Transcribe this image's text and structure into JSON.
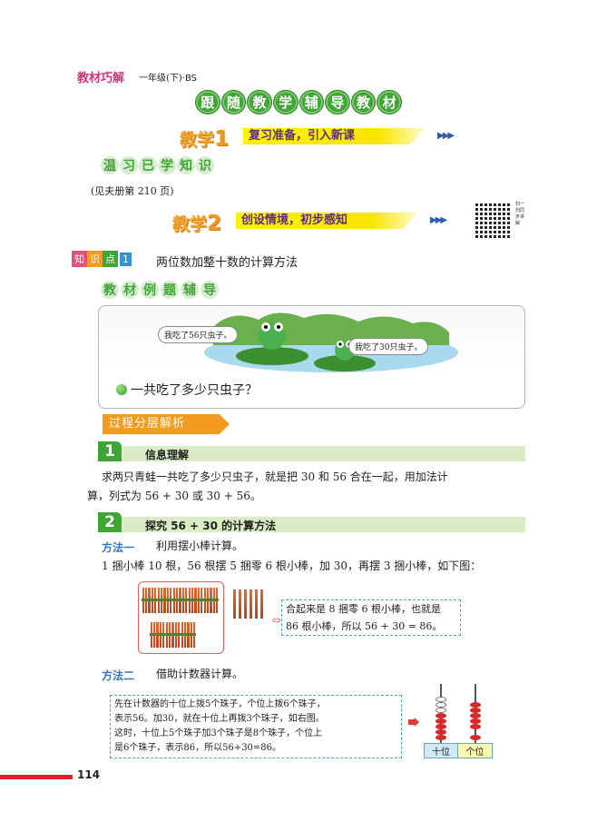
{
  "header": {
    "brand": "教材巧解",
    "brand_sub": "一年级(下)·BS",
    "banner_chars": [
      "跟",
      "随",
      "教",
      "学",
      "辅",
      "导",
      "教",
      "材"
    ]
  },
  "teaching": [
    {
      "tag": "教学",
      "num": "1",
      "text": "复习准备，引入新课"
    },
    {
      "tag": "教学",
      "num": "2",
      "text": "创设情境，初步感知"
    }
  ],
  "review": {
    "chars": [
      "温",
      "习",
      "已",
      "学",
      "知",
      "识"
    ],
    "see_book": "(见夫册第 210 页)"
  },
  "qr_caption": "扫一扫同步讲解",
  "knowledge_point": {
    "boxes": [
      "知",
      "识",
      "点",
      "1"
    ],
    "title": "两位数加整十数的计算方法"
  },
  "example_label": [
    "教",
    "材",
    "例",
    "题",
    "辅",
    "导"
  ],
  "example": {
    "bubble1": "我吃了56只虫子。",
    "bubble2": "我吃了30只虫子。",
    "question": "一共吃了多少只虫子？"
  },
  "process_label": "过程分层解析",
  "section1": {
    "num": "1",
    "title": "信息理解",
    "line1": "求两只青蛙一共吃了多少只虫子，就是把 30 和 56 合在一起，用加法计",
    "line2": "算，列式为 56 + 30 或 30 + 56。"
  },
  "section2": {
    "num": "2",
    "title": "探究 56 + 30 的计算方法",
    "method1_label": "方法一",
    "method1_text": "利用摆小棒计算。",
    "sticks_line": "1 捆小棒 10 根，56 根摆 5 捆零 6 根小棒，加 30，再摆 3 捆小棒，如下图：",
    "sticks_note_line1": "合起来是 8 捆零 6 根小棒，也就是",
    "sticks_note_line2": "86 根小棒，所以 56 + 30 = 86。",
    "method2_label": "方法二",
    "method2_text": "借助计数器计算。",
    "abacus_text": [
      "先在计数器的十位上拨5个珠子，个位上拨6个珠子，",
      "表示56。加30，就在十位上再拨3个珠子，如右图。",
      "这时，十位上5个珠子加3个珠子是8个珠子，个位上",
      "是6个珠子，表示86，所以56+30=86。"
    ],
    "place_tens": "十位",
    "place_ones": "个位"
  },
  "footer": {
    "page": "114"
  }
}
